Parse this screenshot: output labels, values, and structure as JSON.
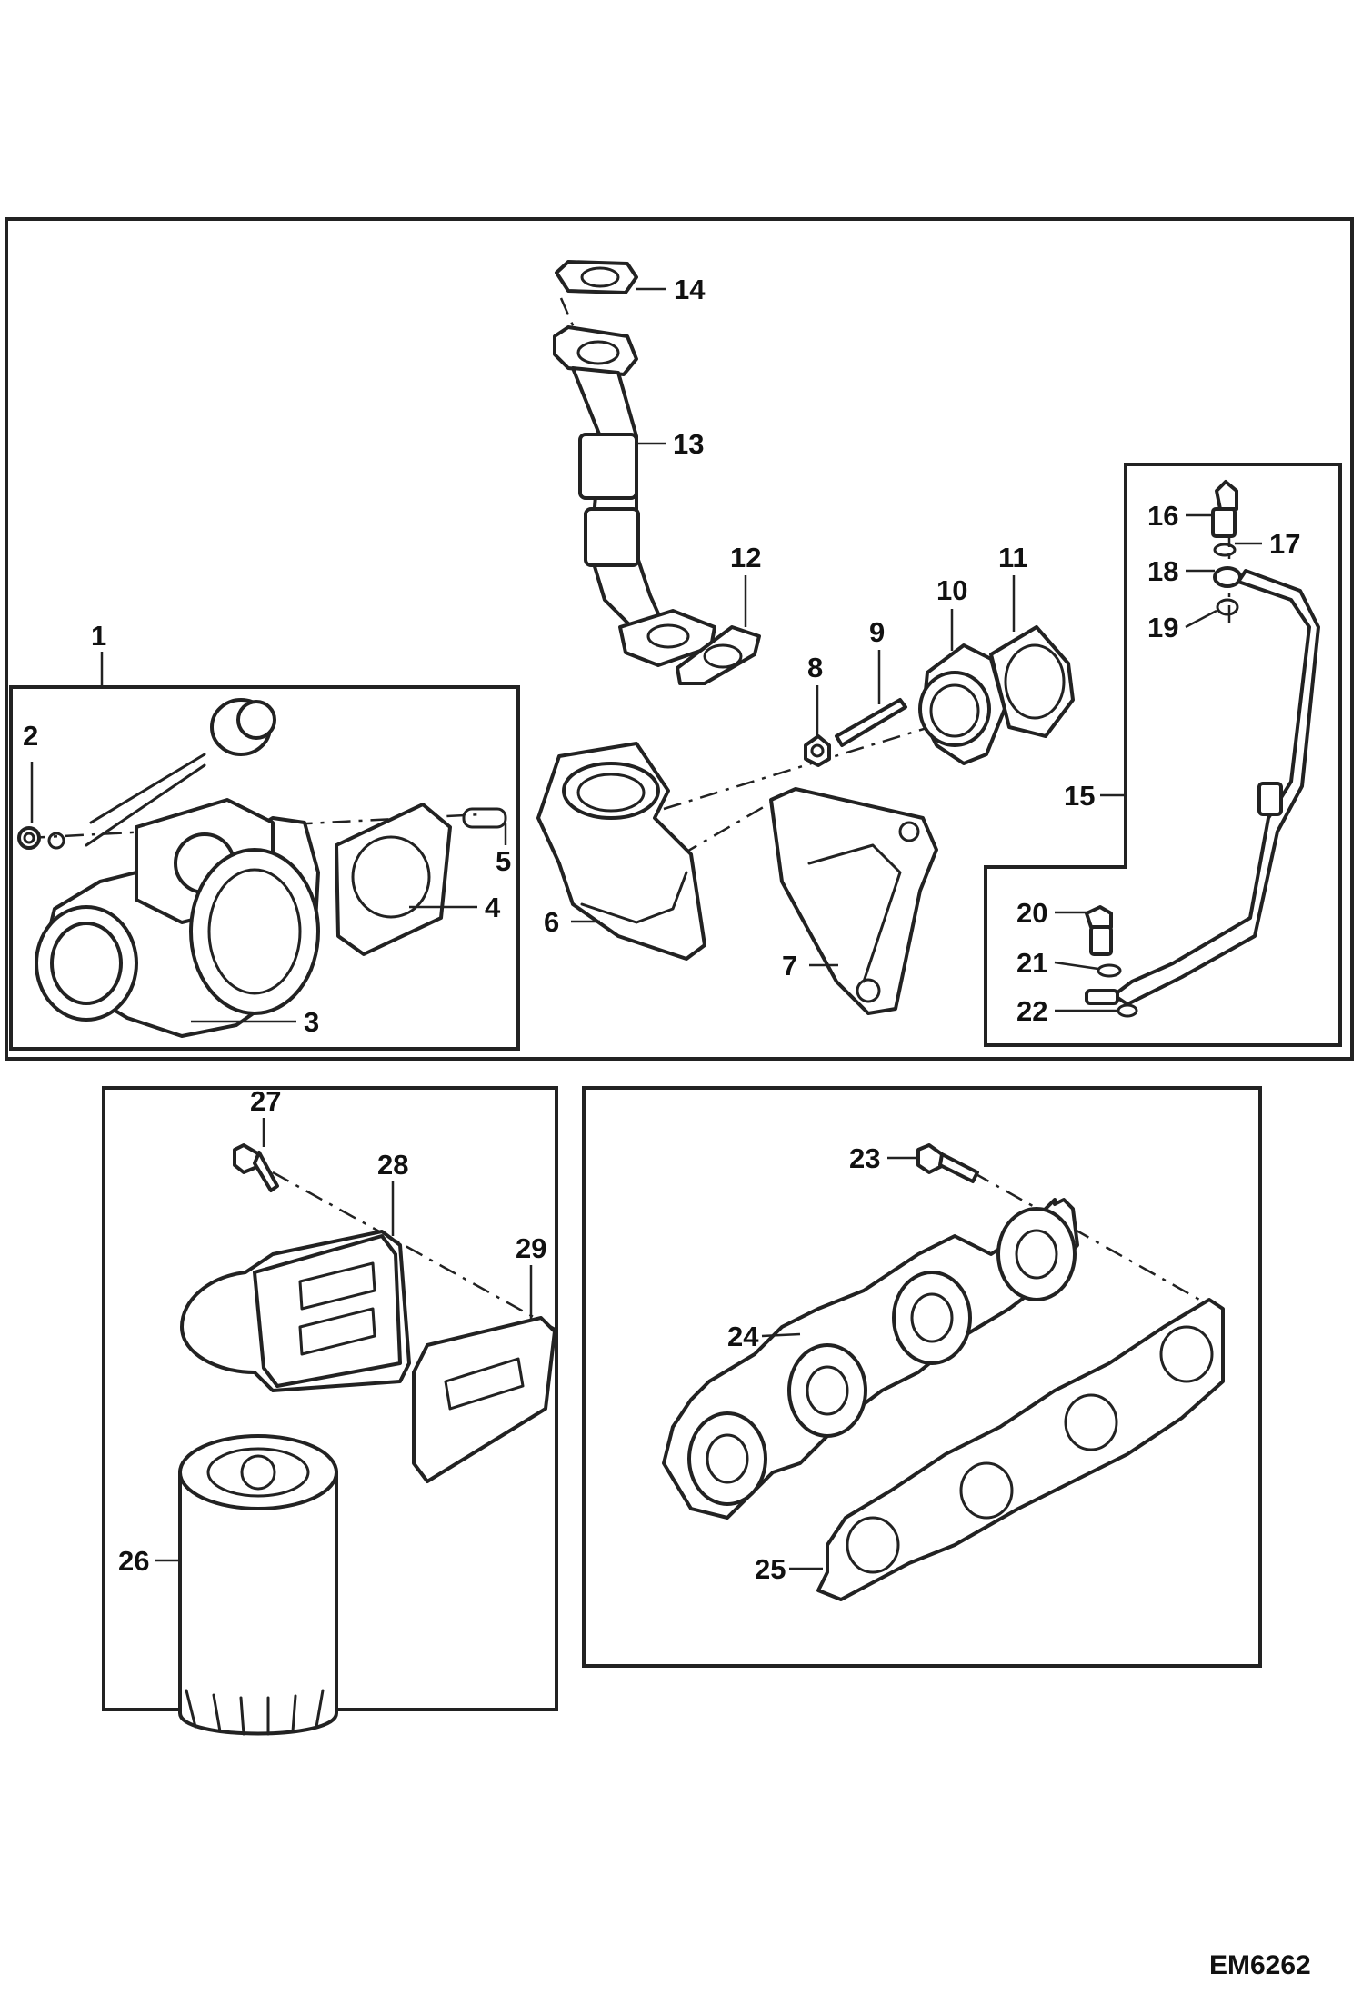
{
  "figure_code": "EM6262",
  "callouts": {
    "c1": "1",
    "c2": "2",
    "c3": "3",
    "c4": "4",
    "c5": "5",
    "c6": "6",
    "c7": "7",
    "c8": "8",
    "c9": "9",
    "c10": "10",
    "c11": "11",
    "c12": "12",
    "c13": "13",
    "c14": "14",
    "c15": "15",
    "c16": "16",
    "c17": "17",
    "c18": "18",
    "c19": "19",
    "c20": "20",
    "c21": "21",
    "c22": "22",
    "c23": "23",
    "c24": "24",
    "c25": "25",
    "c26": "26",
    "c27": "27",
    "c28": "28",
    "c29": "29"
  }
}
